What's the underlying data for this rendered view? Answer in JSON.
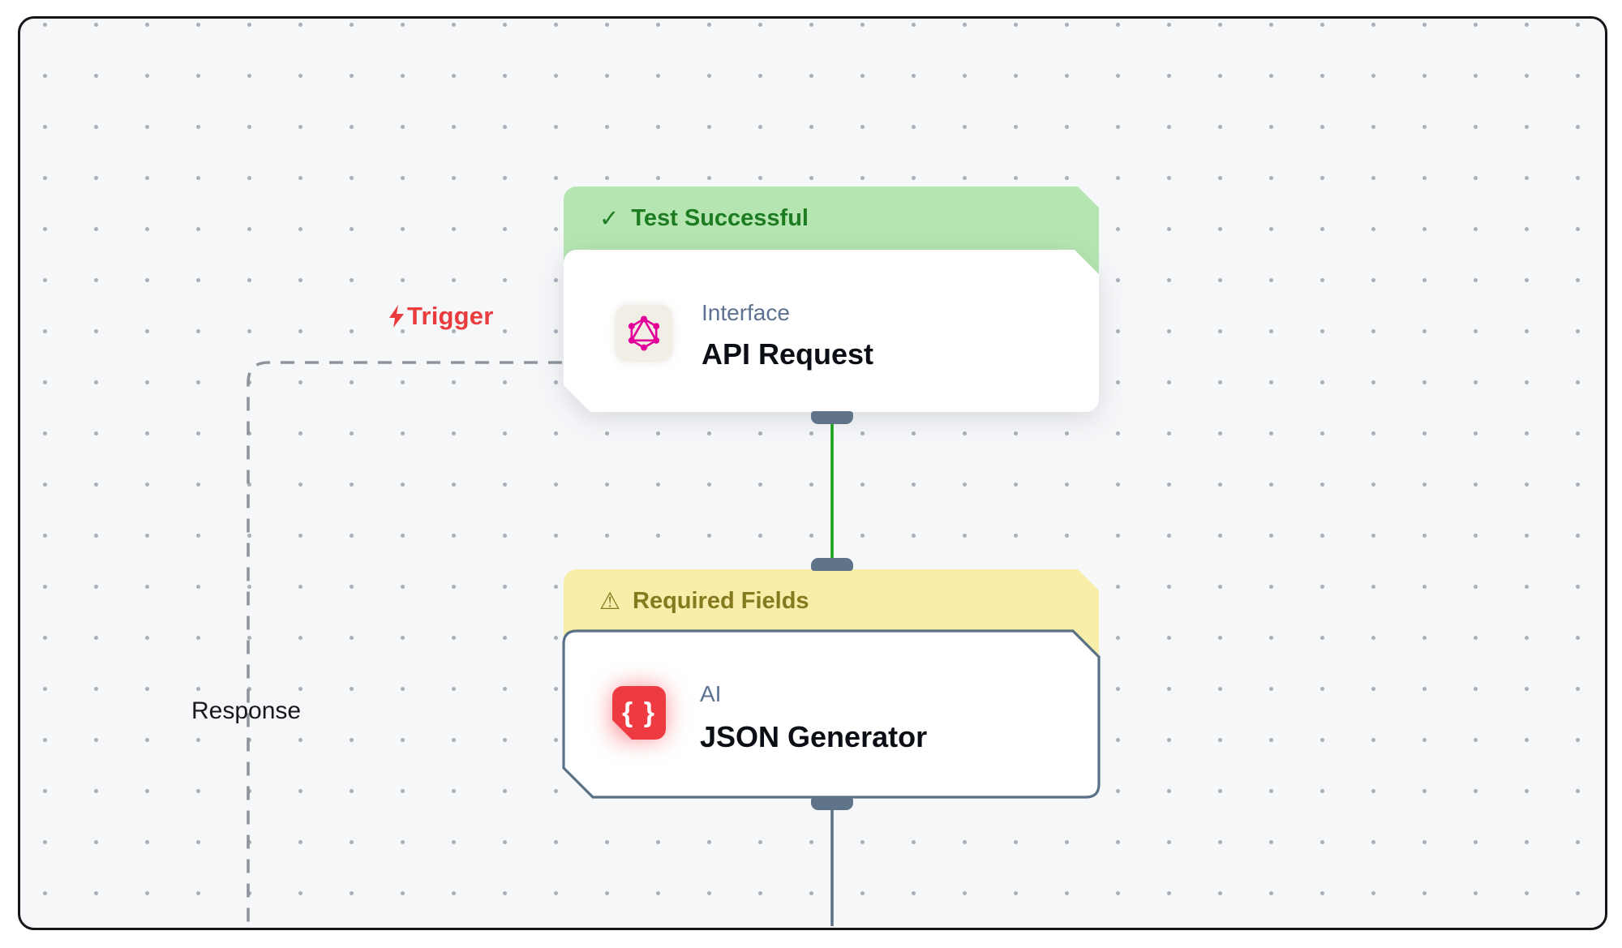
{
  "canvas": {
    "background": "#f6f7f9",
    "border_color": "#15161a",
    "dot_color": "#a9b0ba"
  },
  "labels": {
    "trigger": "Trigger",
    "response": "Response",
    "trigger_color": "#e93c3e",
    "response_color": "#16181d"
  },
  "nodes": [
    {
      "id": "api-request",
      "status": "Test Successful",
      "status_glyph": "✓",
      "status_kind": "success",
      "banner_bg": "#b5e6b2",
      "banner_text_color": "#1d7c21",
      "category": "Interface",
      "title": "API Request",
      "icon": "graphql-icon",
      "icon_color": "#e10098"
    },
    {
      "id": "json-generator",
      "status": "Required Fields",
      "status_glyph": "⚠",
      "status_kind": "warning",
      "banner_bg": "#f8eda9",
      "banner_text_color": "#867a1f",
      "category": "AI",
      "title": "JSON Generator",
      "icon": "json-braces-icon",
      "icon_glyph": "{ }",
      "icon_bg": "#ee3a41",
      "selected_border": "#587186"
    }
  ],
  "edges": [
    {
      "id": "trigger-response-loop",
      "style": "dashed",
      "color": "#8e949c"
    },
    {
      "id": "api-to-json",
      "style": "solid",
      "color": "#18a418"
    },
    {
      "id": "json-output",
      "style": "solid",
      "color": "#5f7389"
    }
  ]
}
